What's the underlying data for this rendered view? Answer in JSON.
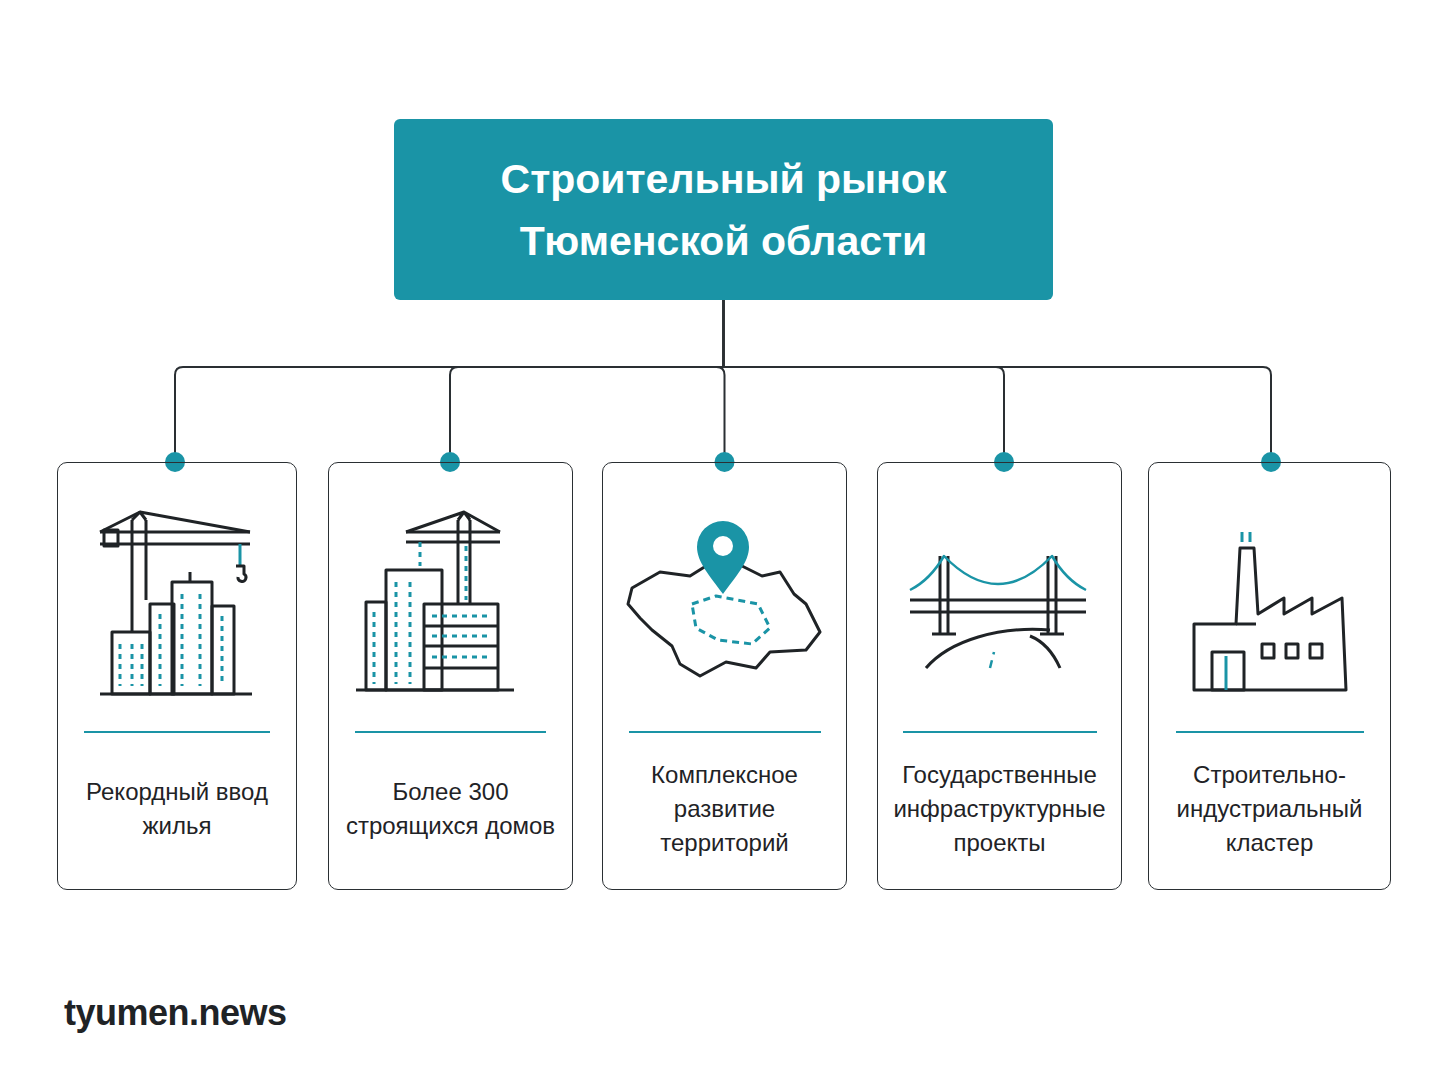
{
  "diagram": {
    "nodes": [
      {
        "text": [
          "Строительный рынок Тюменской области"
        ]
      },
      {
        "text": [
          "Рекордный ввод жилья"
        ]
      },
      {
        "text": [
          "Более 300 строящихся домов"
        ]
      },
      {
        "text": [
          "Комплексное развитие территорий"
        ]
      },
      {
        "text": [
          "Государственные инфраструктурные проекты"
        ]
      },
      {
        "text": [
          "Строительно-индустриальный кластер"
        ]
      }
    ],
    "edges": [
      {
        "from": 0,
        "to": 1,
        "arrow": "none"
      },
      {
        "from": 0,
        "to": 2,
        "arrow": "none"
      },
      {
        "from": 0,
        "to": 3,
        "arrow": "none"
      },
      {
        "from": 0,
        "to": 4,
        "arrow": "none"
      },
      {
        "from": 0,
        "to": 5,
        "arrow": "none"
      }
    ],
    "labels": [
      "tyumen.news"
    ]
  }
}
